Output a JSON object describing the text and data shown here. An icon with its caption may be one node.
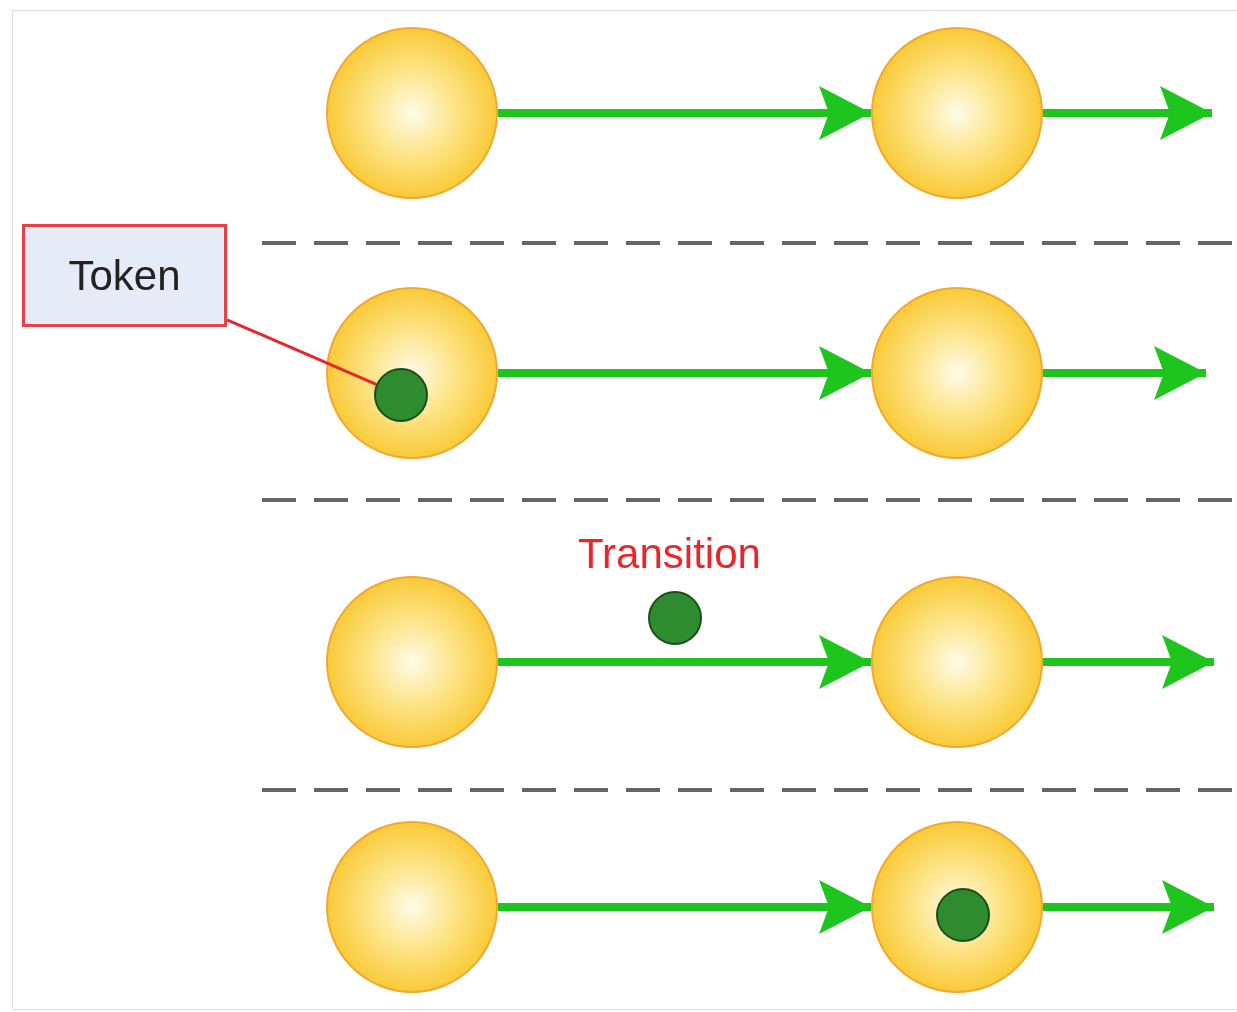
{
  "diagram": {
    "nodes": [
      {
        "text": [],
        "shape": "circle"
      },
      {
        "text": [],
        "shape": "circle"
      },
      {
        "text": [
          "Token"
        ]
      },
      {
        "text": [],
        "shape": "circle"
      },
      {
        "text": [],
        "shape": "circle",
        "in": 3
      },
      {
        "text": [],
        "shape": "circle"
      },
      {
        "text": [],
        "shape": "circle"
      },
      {
        "text": [],
        "shape": "circle",
        "beside": [
          "Transition"
        ]
      },
      {
        "text": [],
        "shape": "circle"
      },
      {
        "text": [],
        "shape": "circle"
      },
      {
        "text": [],
        "shape": "circle"
      },
      {
        "text": [],
        "shape": "circle",
        "in": 10
      }
    ],
    "edges": [
      {
        "from": 0,
        "to": 1,
        "arrow": "to"
      },
      {
        "from": 1,
        "to": null,
        "arrow": "to"
      },
      {
        "from": 2,
        "to": 4,
        "arrow": "none",
        "color": "#e8262b"
      },
      {
        "from": 3,
        "to": 5,
        "arrow": "to"
      },
      {
        "from": 5,
        "to": null,
        "arrow": "to"
      },
      {
        "from": 6,
        "to": 8,
        "arrow": "to"
      },
      {
        "from": 8,
        "to": null,
        "arrow": "to"
      },
      {
        "from": 9,
        "to": 10,
        "arrow": "to"
      },
      {
        "from": 10,
        "to": null,
        "arrow": "to"
      }
    ]
  }
}
